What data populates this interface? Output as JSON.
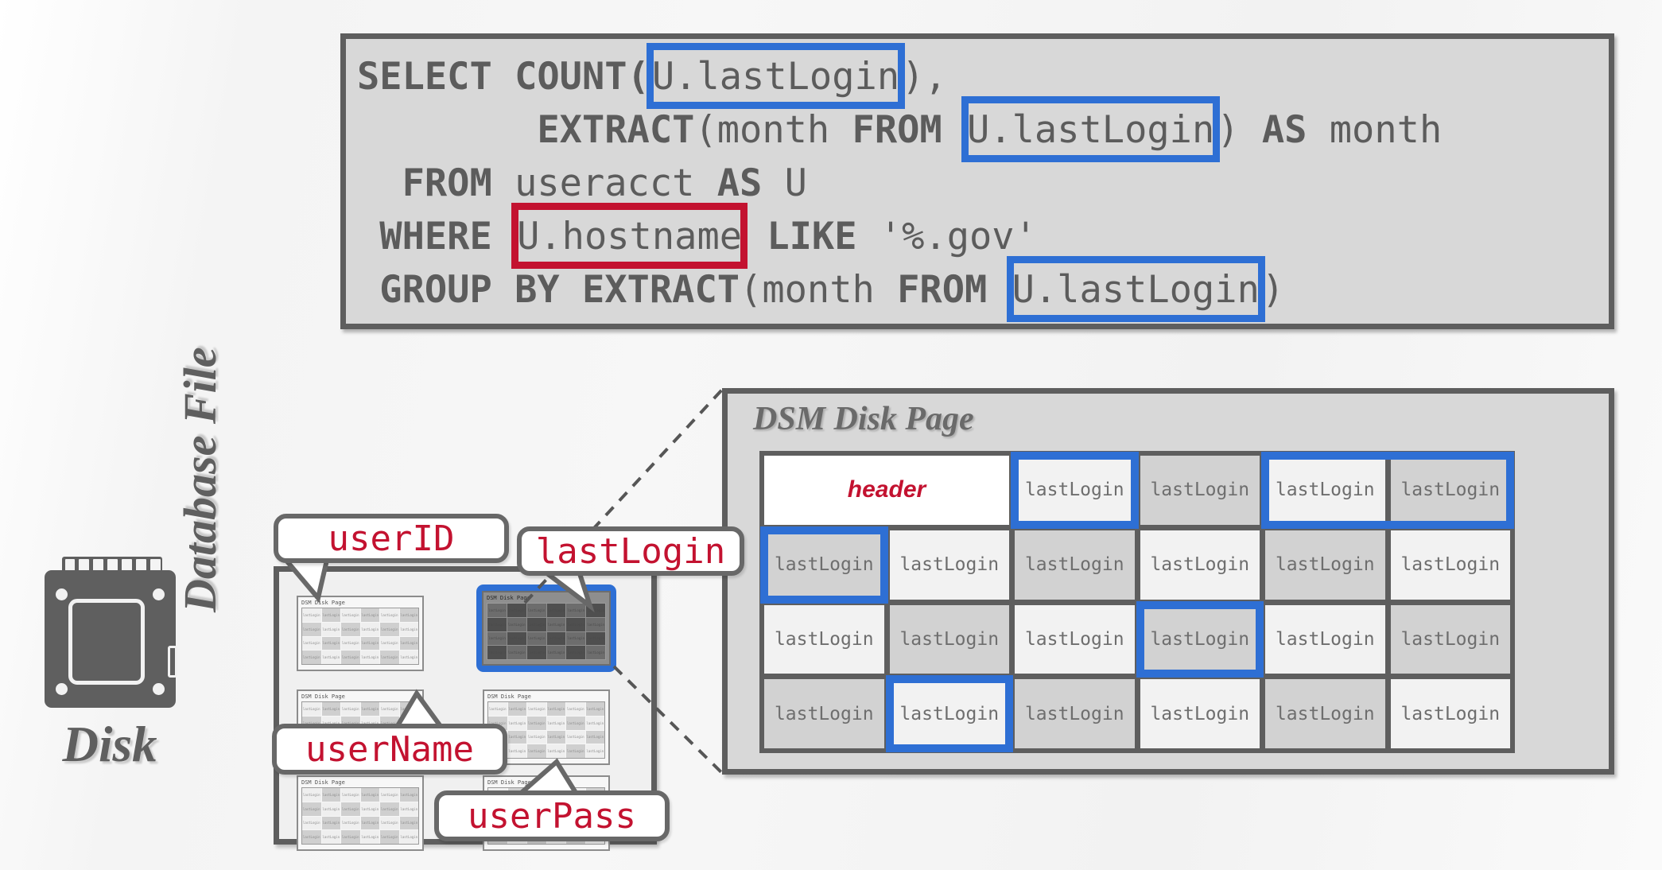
{
  "sql": {
    "lines": [
      [
        {
          "t": "SELECT COUNT(",
          "s": "kw-mixed"
        },
        {
          "t": "U.lastLogin",
          "s": "hl-blue"
        },
        {
          "t": "),",
          "s": "plain"
        }
      ],
      [
        {
          "t": "        EXTRACT(month FROM ",
          "s": "kw-mixed"
        },
        {
          "t": "U.lastLogin",
          "s": "hl-blue"
        },
        {
          "t": ") AS month",
          "s": "plain"
        }
      ],
      [
        {
          "t": "  FROM useracct AS U",
          "s": "kw-mixed"
        }
      ],
      [
        {
          "t": " WHERE ",
          "s": "kw"
        },
        {
          "t": "U.hostname",
          "s": "hl-red"
        },
        {
          "t": " LIKE '%.gov'",
          "s": "kw-mixed"
        }
      ],
      [
        {
          "t": " GROUP BY EXTRACT(month FROM ",
          "s": "kw-mixed"
        },
        {
          "t": "U.lastLogin",
          "s": "hl-blue"
        },
        {
          "t": ")",
          "s": "plain"
        }
      ]
    ],
    "full_text": "SELECT COUNT(U.lastLogin),\n        EXTRACT(month FROM U.lastLogin) AS month\n  FROM useracct AS U\n WHERE U.hostname LIKE '%.gov'\n GROUP BY EXTRACT(month FROM U.lastLogin)"
  },
  "disk": {
    "label": "Disk",
    "icon": "ssd-drive-icon"
  },
  "database_file": {
    "label": "Database File",
    "mini_page_title": "DSM Disk Page",
    "mini_cell_text": "lastLogin",
    "mini_pages_count": 6,
    "highlighted_page_index": 1
  },
  "callouts": [
    {
      "id": "userID",
      "label": "userID"
    },
    {
      "id": "lastLogin",
      "label": "lastLogin"
    },
    {
      "id": "userName",
      "label": "userName"
    },
    {
      "id": "userPass",
      "label": "userPass"
    }
  ],
  "dsm_panel": {
    "title": "DSM Disk Page",
    "header_label": "header",
    "cell_label": "lastLogin",
    "columns": 6,
    "rows": 4,
    "grid": [
      [
        "header",
        "header",
        "lastLogin",
        "lastLogin",
        "lastLogin",
        "lastLogin"
      ],
      [
        "lastLogin",
        "lastLogin",
        "lastLogin",
        "lastLogin",
        "lastLogin",
        "lastLogin"
      ],
      [
        "lastLogin",
        "lastLogin",
        "lastLogin",
        "lastLogin",
        "lastLogin",
        "lastLogin"
      ],
      [
        "lastLogin",
        "lastLogin",
        "lastLogin",
        "lastLogin",
        "lastLogin",
        "lastLogin"
      ]
    ],
    "highlighted_cells": [
      {
        "row": 1,
        "col": 3,
        "span": 1
      },
      {
        "row": 1,
        "col": 5,
        "span": 2
      },
      {
        "row": 2,
        "col": 1,
        "span": 1
      },
      {
        "row": 3,
        "col": 4,
        "span": 1
      },
      {
        "row": 4,
        "col": 2,
        "span": 1
      }
    ]
  },
  "colors": {
    "highlight_blue": "#2e6fd4",
    "highlight_red": "#c31230",
    "box_border_gray": "#5e5e5e",
    "box_fill_gray": "#d8d8d8",
    "code_text_gray": "#5c5c5c",
    "cell_light": "#f2f2f2",
    "cell_dark": "#d2d2d2"
  }
}
